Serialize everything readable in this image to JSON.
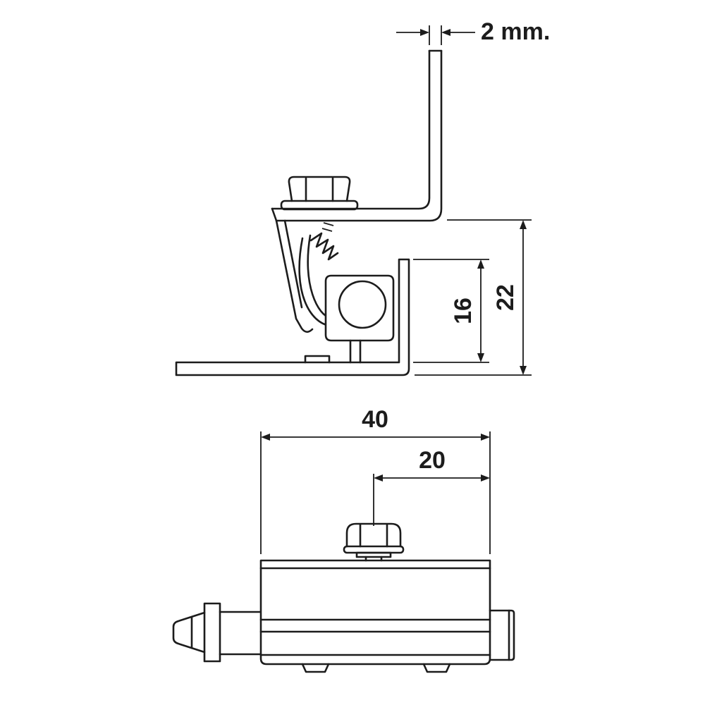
{
  "dimensions": {
    "plate_thickness": "2 mm.",
    "overall_height": "22",
    "flange_height": "16",
    "body_width": "40",
    "bolt_offset": "20"
  }
}
